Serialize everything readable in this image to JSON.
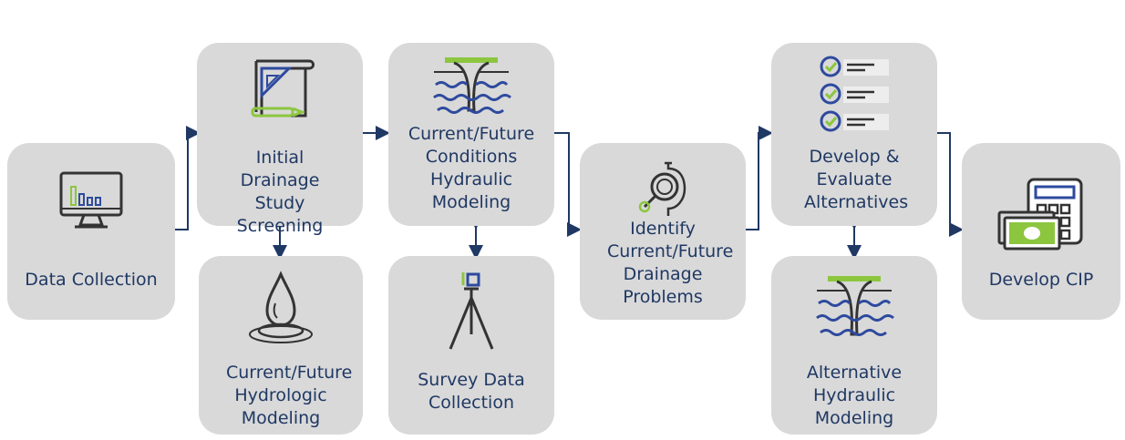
{
  "colors": {
    "box": "#d9d9d9",
    "text": "#1f3864",
    "arrow": "#1f3864",
    "accent": "#8cc63f",
    "water": "#2e4a9e"
  },
  "steps": {
    "data_collection": {
      "label": "Data Collection",
      "icon": "monitor-bar-chart-icon"
    },
    "initial_screening": {
      "label": "Initial Drainage Study Screening",
      "icon": "blueprint-ruler-pencil-icon"
    },
    "hydrologic_modeling": {
      "label": "Current/Future Hydrologic Modeling",
      "icon": "water-drop-ripple-icon"
    },
    "hydraulic_modeling": {
      "label": "Current/Future Conditions Hydraulic Modeling",
      "icon": "bridge-water-icon"
    },
    "survey": {
      "label": "Survey Data Collection",
      "icon": "survey-tripod-icon"
    },
    "identify_problems": {
      "label": "Identify Current/Future Drainage Problems",
      "icon": "magnifier-pipe-icon"
    },
    "develop_alternatives": {
      "label": "Develop & Evaluate Alternatives",
      "icon": "checklist-icon"
    },
    "alternative_hydraulic": {
      "label": "Alternative Hydraulic Modeling",
      "icon": "bridge-water-icon"
    },
    "develop_cip": {
      "label": "Develop CIP",
      "icon": "calculator-money-icon"
    }
  }
}
